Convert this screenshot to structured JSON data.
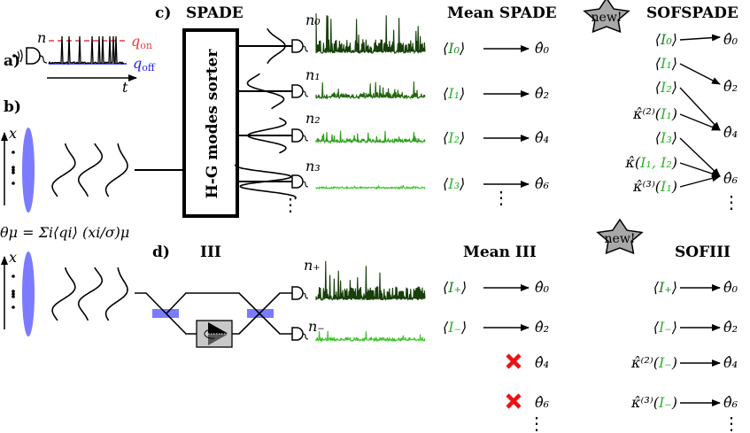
{
  "colors": {
    "on": "#e8383d",
    "off": "#2222ee",
    "lens": "#7b7bff",
    "g0": "#173f0b",
    "g1": "#21680f",
    "g2": "#2ea11c",
    "g3": "#3cc42a",
    "star": "#a8a8a8",
    "cross": "#ee1111",
    "fluo": "#c8c8c8"
  },
  "panel_a": {
    "label": "a)",
    "n": "n",
    "q_on": "q",
    "q_on_sub": "on",
    "q_off": "q",
    "q_off_sub": "off",
    "t": "t"
  },
  "panel_b": {
    "label": "b)",
    "x": "x",
    "formula": "θμ = Σi⟨qi⟩ (xi/σ)μ"
  },
  "panel_c": {
    "label": "c)",
    "title": "SPADE",
    "sorter": "H-G modes sorter",
    "counts": [
      "n₀",
      "n₁",
      "n₂",
      "n₃"
    ],
    "dots": "⋮"
  },
  "mean_spade": {
    "title": "Mean SPADE",
    "rows": [
      {
        "i": "I₀",
        "theta": "θ̂₀"
      },
      {
        "i": "I₁",
        "theta": "θ̂₂"
      },
      {
        "i": "I₂",
        "theta": "θ̂₄"
      },
      {
        "i": "I₃",
        "theta": "θ̂₆"
      }
    ],
    "dots": "⋮"
  },
  "sofspade": {
    "badge": "new!",
    "title": "SOFSPADE",
    "inputs": [
      {
        "pre": "⟨",
        "i": "I₀",
        "post": "⟩"
      },
      {
        "pre": "⟨",
        "i": "I₁",
        "post": "⟩"
      },
      {
        "pre": "⟨",
        "i": "I₂",
        "post": "⟩"
      },
      {
        "pre": "κ̂⁽²⁾(",
        "i": "I₁",
        "post": ")"
      },
      {
        "pre": "⟨",
        "i": "I₃",
        "post": "⟩"
      },
      {
        "pre": "κ̂(",
        "i": "I₁, I₂",
        "post": ")"
      },
      {
        "pre": "κ̂⁽³⁾(",
        "i": "I₁",
        "post": ")"
      }
    ],
    "outputs": [
      "θ̂₀",
      "θ̂₂",
      "θ̂₄",
      "θ̂₆"
    ],
    "dots": "⋮"
  },
  "panel_d": {
    "label": "d)",
    "title": "III",
    "counts": [
      "n₊",
      "n₋"
    ]
  },
  "mean_iii": {
    "title": "Mean III",
    "rows": [
      {
        "i": "I₊",
        "theta": "θ̂₀"
      },
      {
        "i": "I₋",
        "theta": "θ̂₂"
      }
    ],
    "failed": [
      "θ̂₄",
      "θ̂₆"
    ],
    "dots": "⋮"
  },
  "sofiii": {
    "badge": "new!",
    "title": "SOFIII",
    "rows": [
      {
        "pre": "⟨",
        "i": "I₊",
        "post": "⟩",
        "theta": "θ̂₀"
      },
      {
        "pre": "⟨",
        "i": "I₋",
        "post": "⟩",
        "theta": "θ̂₂"
      },
      {
        "pre": "κ̂⁽²⁾(",
        "i": "I₋",
        "post": ")",
        "theta": "θ̂₄"
      },
      {
        "pre": "κ̂⁽³⁾(",
        "i": "I₋",
        "post": ")",
        "theta": "θ̂₆"
      }
    ],
    "dots": "⋮"
  }
}
